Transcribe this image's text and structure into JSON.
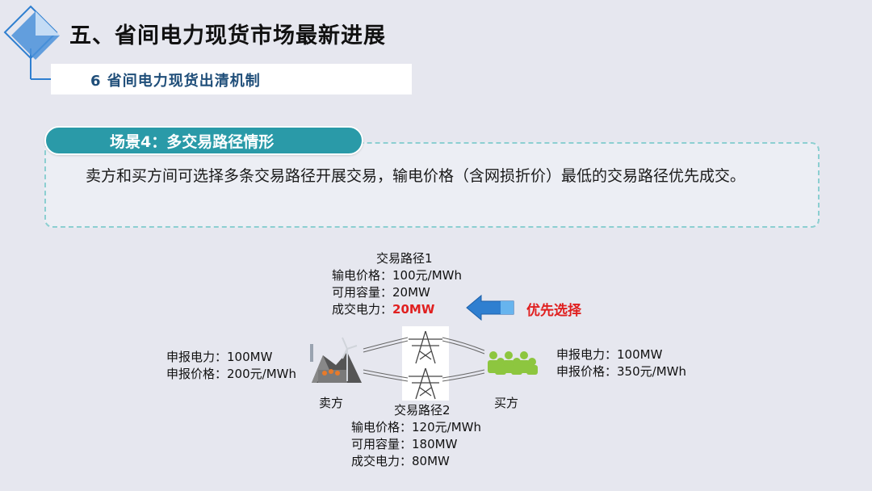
{
  "header": {
    "title": "五、省间电力现货市场最新进展",
    "subtitle": "6 省间电力现货出清机制"
  },
  "scenario": {
    "title": "场景4：多交易路径情形",
    "description": "卖方和买方间可选择多条交易路径开展交易，输电价格（含网损折价）最低的交易路径优先成交。"
  },
  "diagram": {
    "path1": {
      "name": "交易路径1",
      "price_label": "输电价格：",
      "price_value": "100元/MWh",
      "capacity_label": "可用容量：",
      "capacity_value": "20MW",
      "deal_label": "成交电力：",
      "deal_value": "20MW"
    },
    "path2": {
      "name": "交易路径2",
      "price_label": "输电价格：",
      "price_value": "120元/MWh",
      "capacity_label": "可用容量：",
      "capacity_value": "180MW",
      "deal_label": "成交电力：",
      "deal_value": "80MW"
    },
    "seller": {
      "label": "卖方",
      "power_label": "申报电力：",
      "power_value": "100MW",
      "price_label": "申报价格：",
      "price_value": "200元/MWh"
    },
    "buyer": {
      "label": "买方",
      "power_label": "申报电力：",
      "power_value": "100MW",
      "price_label": "申报价格：",
      "price_value": "350元/MWh"
    },
    "priority_label": "优先选择",
    "colors": {
      "accent_red": "#e02020",
      "arrow_blue": "#2f7fd0",
      "tab_teal": "#2a9aa8",
      "people_green": "#8dc63f"
    }
  }
}
